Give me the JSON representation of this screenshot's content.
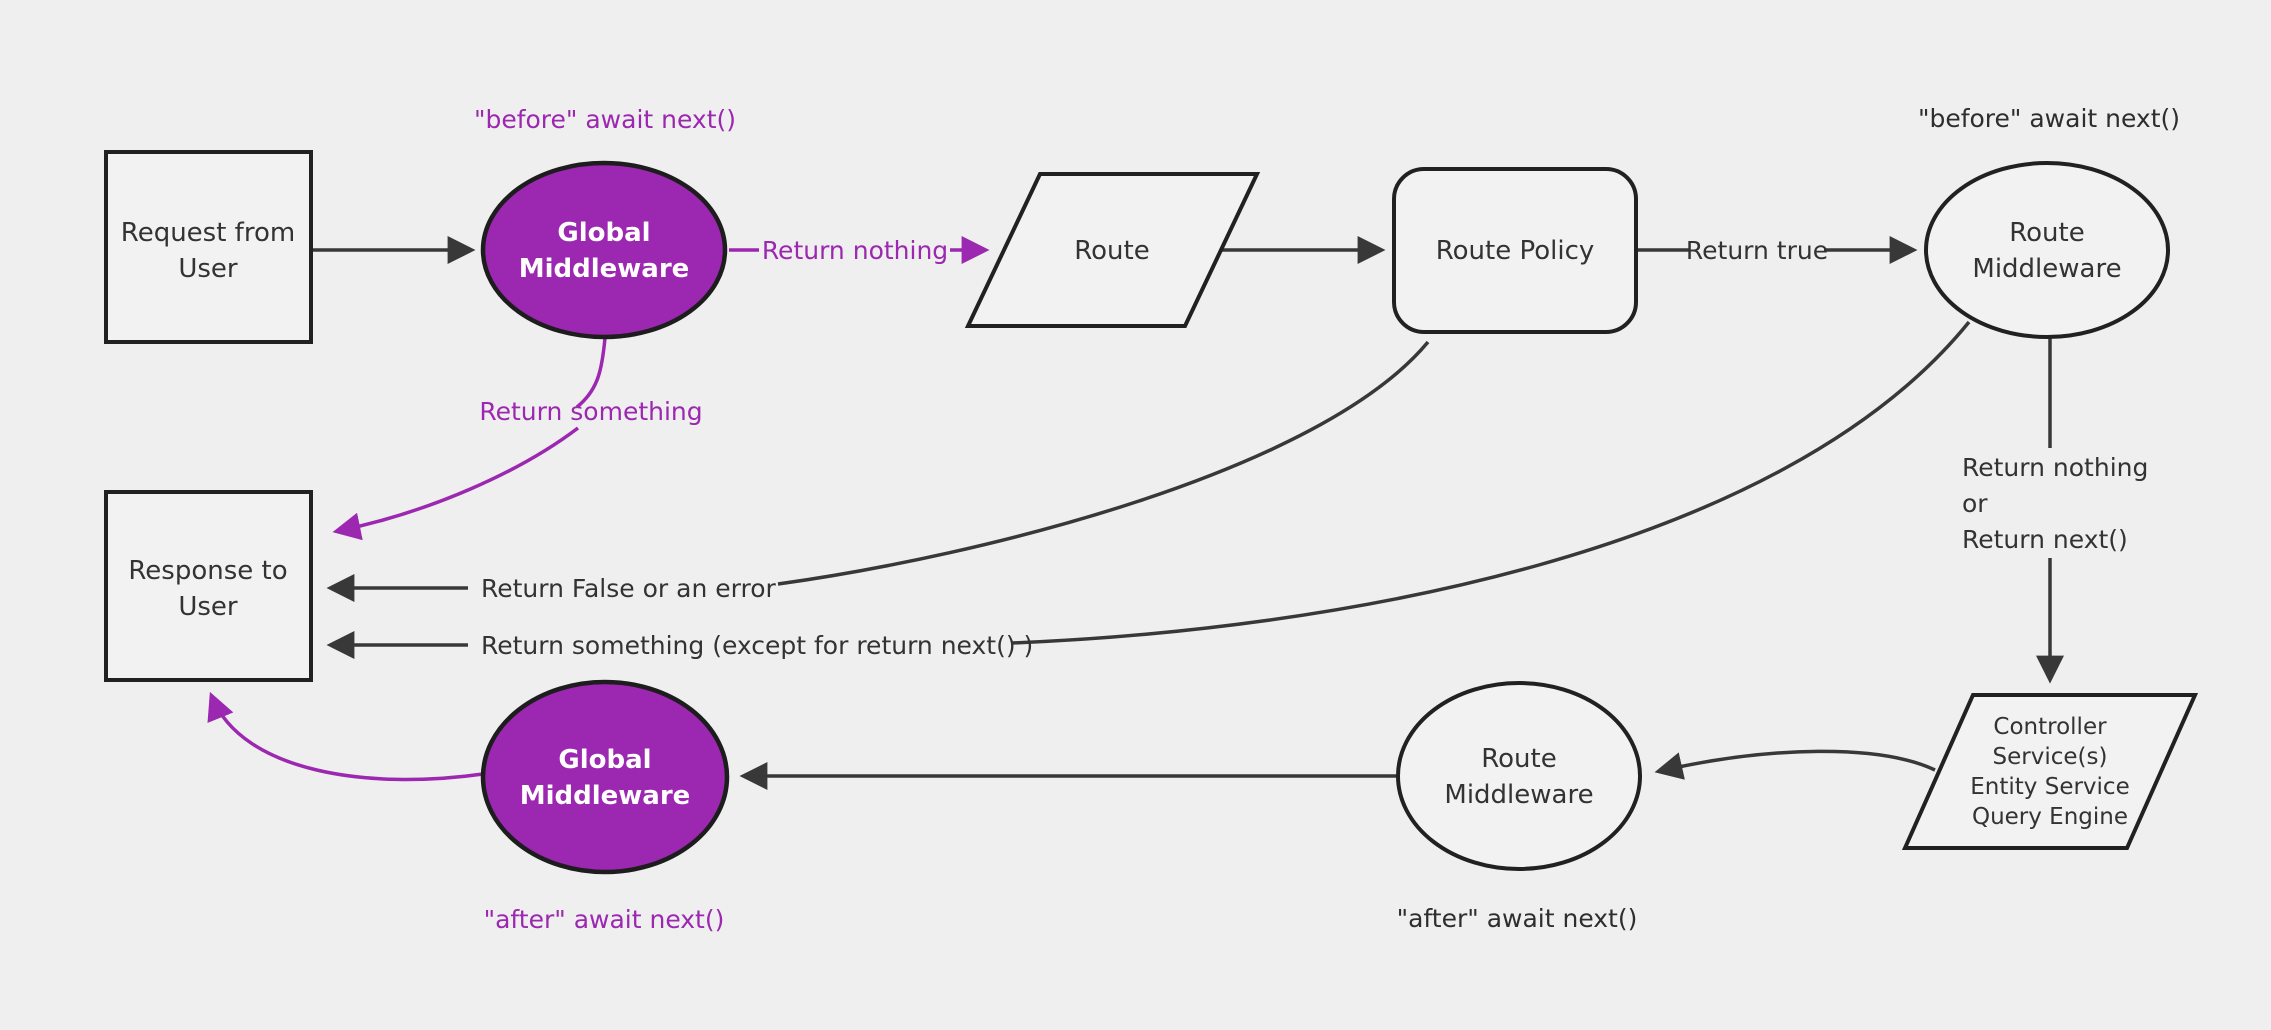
{
  "diagram": {
    "colors": {
      "background": "#efefef",
      "node_fill": "#f2f2f2",
      "node_stroke": "#212121",
      "accent_purple": "#9C27B0",
      "edge_dark": "#383838",
      "text_dark": "#333333",
      "text_white": "#ffffff"
    },
    "nodes": {
      "request": {
        "shape": "rectangle",
        "lines": [
          "Request from",
          "User"
        ]
      },
      "global_middleware_top": {
        "shape": "ellipse",
        "lines": [
          "Global",
          "Middleware"
        ]
      },
      "route": {
        "shape": "parallelogram",
        "label": "Route"
      },
      "route_policy": {
        "shape": "rounded-rectangle",
        "label": "Route Policy"
      },
      "route_middleware_top": {
        "shape": "ellipse",
        "lines": [
          "Route",
          "Middleware"
        ]
      },
      "controller": {
        "shape": "parallelogram",
        "lines": [
          "Controller",
          "Service(s)",
          "Entity Service",
          "Query Engine"
        ]
      },
      "route_middleware_bottom": {
        "shape": "ellipse",
        "lines": [
          "Route",
          "Middleware"
        ]
      },
      "global_middleware_bottom": {
        "shape": "ellipse",
        "lines": [
          "Global",
          "Middleware"
        ]
      },
      "response": {
        "shape": "rectangle",
        "lines": [
          "Response to",
          "User"
        ]
      }
    },
    "annotations": {
      "before_await_top_left": "\"before\" await next()",
      "before_await_top_right": "\"before\" await next()",
      "after_await_bottom_middle": "\"after\" await next()",
      "after_await_bottom_left": "\"after\" await next()"
    },
    "edge_labels": {
      "return_nothing": "Return nothing",
      "return_true": "Return true",
      "return_something": "Return something",
      "return_false_or_error": "Return False or an error",
      "return_something_except": "Return something (except for return next() )",
      "return_nothing_or": {
        "lines": [
          "Return nothing",
          "or",
          "Return next()"
        ]
      }
    }
  }
}
